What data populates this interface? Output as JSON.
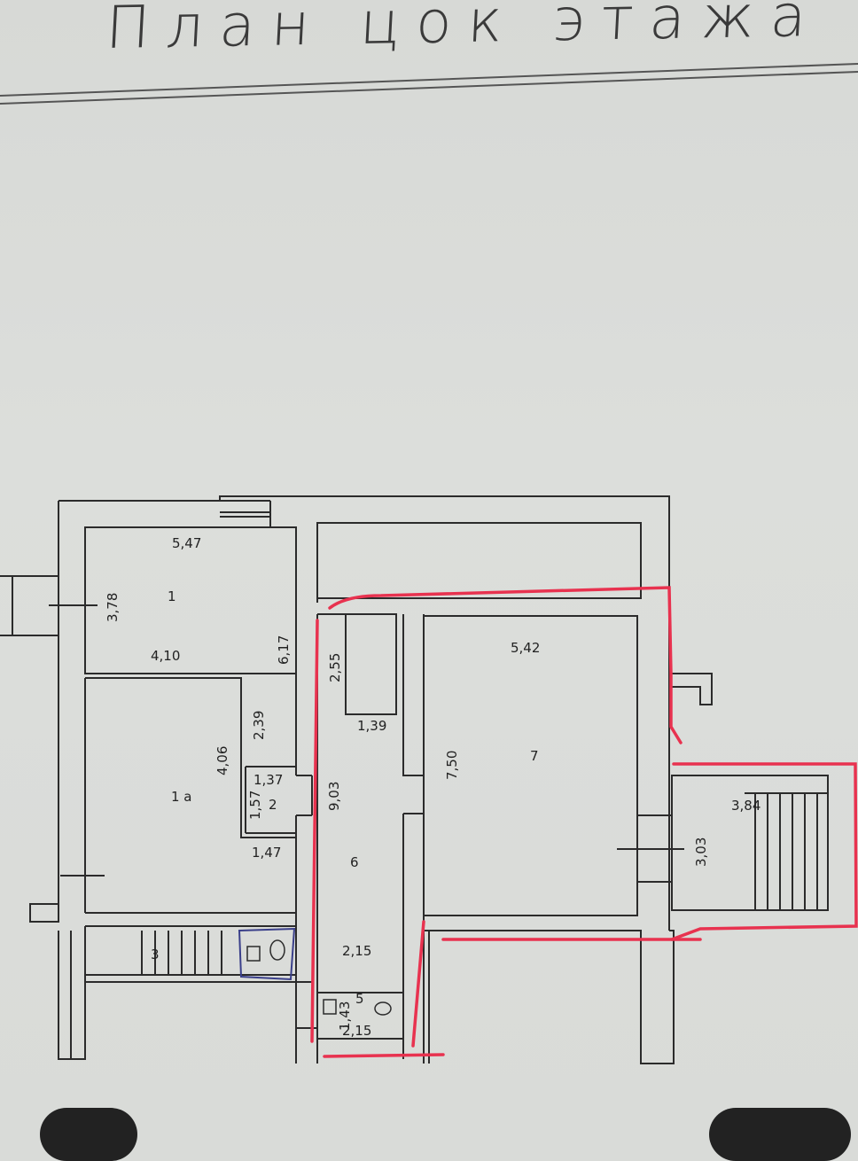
{
  "title": "План цок этажа",
  "labels": {
    "d547": "5,47",
    "d378": "3,78",
    "r1": "1",
    "d410": "4,10",
    "d617": "6,17",
    "d239": "2,39",
    "d406": "4,06",
    "d137": "1,37",
    "r1a": "1 а",
    "d157": "1,57",
    "r2": "2",
    "d147": "1,47",
    "d255": "2,55",
    "d139": "1,39",
    "d903": "9,03",
    "d750": "7,50",
    "r6": "6",
    "d542": "5,42",
    "r7": "7",
    "d384": "3,84",
    "d303": "3,03",
    "d215a": "2,15",
    "r5": "5",
    "d143": "1,43",
    "d215b": "2,15",
    "r3": "3"
  },
  "colors": {
    "ink": "#2b2b2b",
    "highlight": "#e8324f",
    "blue_mark": "#3a3f8a"
  }
}
